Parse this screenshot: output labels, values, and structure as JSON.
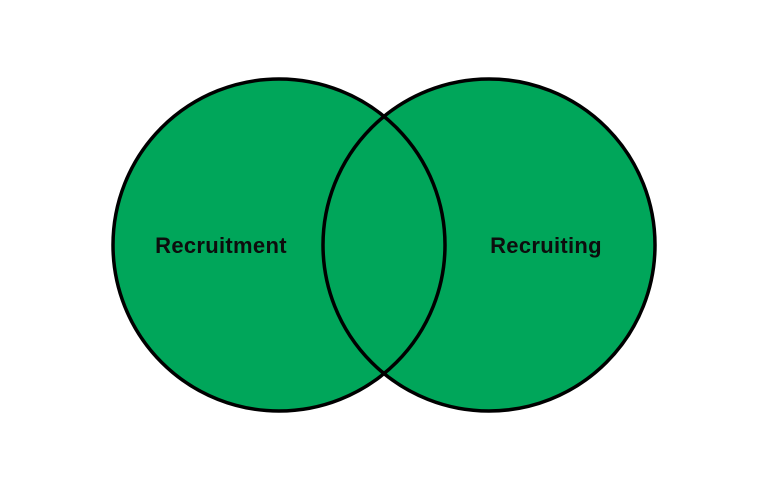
{
  "diagram": {
    "type": "venn",
    "fill_color": "#00a65a",
    "outline_color": "#000000",
    "background_color": "#ffffff",
    "sets": [
      {
        "label": "Recruitment"
      },
      {
        "label": "Recruiting"
      }
    ]
  }
}
